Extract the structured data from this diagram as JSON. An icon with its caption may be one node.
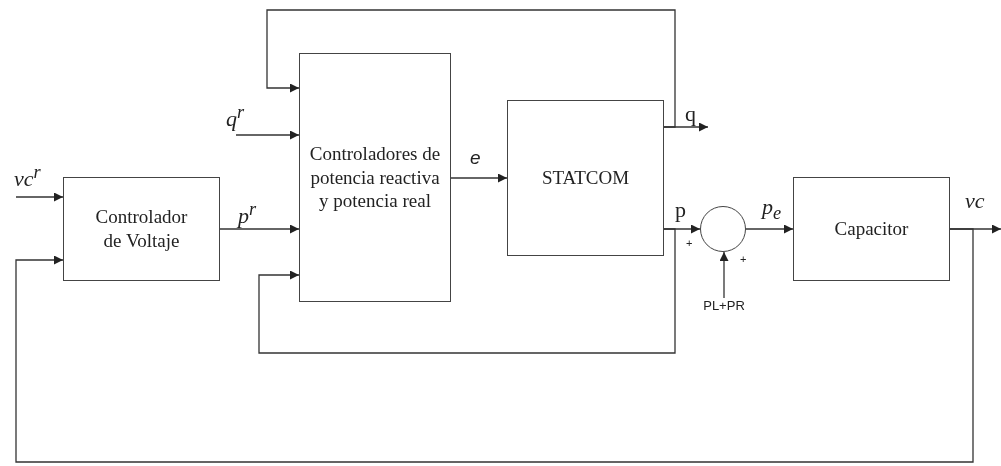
{
  "diagram": {
    "nodes": [
      {
        "text": [
          "Controlador de Voltaje"
        ]
      },
      {
        "text": [
          "Controladores de potencia reactiva y potencia real"
        ]
      },
      {
        "text": [
          "STATCOM"
        ]
      },
      {
        "text": [],
        "shape": "circle",
        "beside": [
          "+",
          "+"
        ]
      },
      {
        "text": [
          "Capacitor"
        ]
      },
      {
        "text": [
          "PL+PR"
        ]
      }
    ],
    "edges": [
      {
        "from": null,
        "to": 0,
        "arrow": "to",
        "label": "vc$^{r}$"
      },
      {
        "from": null,
        "to": 1,
        "arrow": "to",
        "label": "q$^{r}$"
      },
      {
        "from": 0,
        "to": 1,
        "arrow": "to",
        "label": "p$^{r}$"
      },
      {
        "from": 1,
        "to": 2,
        "arrow": "to",
        "label": "e"
      },
      {
        "from": 2,
        "to": null,
        "arrow": "to",
        "label": "q"
      },
      {
        "from": 2,
        "to": 1,
        "arrow": "to"
      },
      {
        "from": 2,
        "to": 3,
        "arrow": "to",
        "label": "p"
      },
      {
        "from": 2,
        "to": 1,
        "arrow": "to"
      },
      {
        "from": 5,
        "to": 3,
        "arrow": "to"
      },
      {
        "from": 3,
        "to": 4,
        "arrow": "to",
        "label": "p$_{e}$"
      },
      {
        "from": 4,
        "to": null,
        "arrow": "to",
        "label": "vc"
      },
      {
        "from": 4,
        "to": 0,
        "arrow": "to"
      }
    ]
  }
}
